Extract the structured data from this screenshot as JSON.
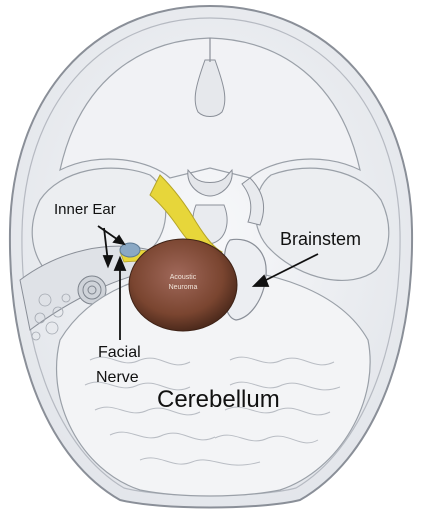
{
  "labels": {
    "inner_ear": "Inner Ear",
    "facial_nerve_line1": "Facial",
    "facial_nerve_line2": "Nerve",
    "brainstem": "Brainstem",
    "cerebellum": "Cerebellum",
    "tumor_line1": "Acoustic",
    "tumor_line2": "Neuroma"
  },
  "colors": {
    "skull_outline": "#8a8f98",
    "skull_fill": "#eef0f3",
    "nerve": "#e7d63a",
    "tumor": "#7a4530",
    "inner_ear": "#8aa8c4"
  }
}
